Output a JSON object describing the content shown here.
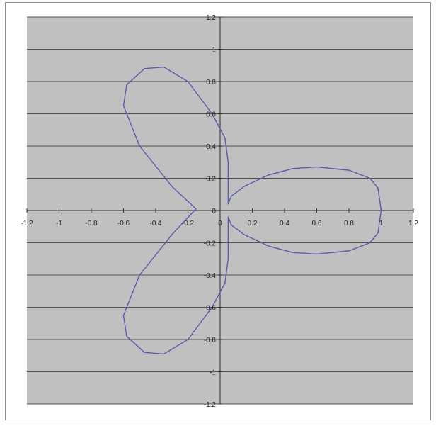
{
  "chart_data": {
    "type": "line",
    "title": "",
    "xlabel": "",
    "ylabel": "",
    "xlim": [
      -1.2,
      1.2
    ],
    "ylim": [
      -1.2,
      1.2
    ],
    "x_ticks": [
      "-1.2",
      "-1",
      "-0.8",
      "-0.6",
      "-0.4",
      "-0.2",
      "0",
      "0.2",
      "0.4",
      "0.6",
      "0.8",
      "1",
      "1.2"
    ],
    "y_ticks": [
      "1.2",
      "1",
      "0.8",
      "0.6",
      "0.4",
      "0.2",
      "0",
      "-0.2",
      "-0.4",
      "-0.6",
      "-0.8",
      "-1",
      "-1.2"
    ],
    "x_tick_values": [
      -1.2,
      -1,
      -0.8,
      -0.6,
      -0.4,
      -0.2,
      0,
      0.2,
      0.4,
      0.6,
      0.8,
      1,
      1.2
    ],
    "y_tick_values": [
      1.2,
      1,
      0.8,
      0.6,
      0.4,
      0.2,
      0,
      -0.2,
      -0.4,
      -0.6,
      -0.8,
      -1,
      -1.2
    ],
    "grid": "horizontal",
    "legend": "none",
    "curve": {
      "equation": "r = cos(3θ)",
      "theta_range_degrees": [
        0,
        180
      ]
    },
    "series": [
      {
        "points": [
          [
            1.0,
            0.0
          ],
          [
            0.98,
            0.14
          ],
          [
            0.93,
            0.2
          ],
          [
            0.8,
            0.25
          ],
          [
            0.6,
            0.27
          ],
          [
            0.45,
            0.26
          ],
          [
            0.3,
            0.22
          ],
          [
            0.15,
            0.15
          ],
          [
            0.07,
            0.09
          ],
          [
            0.05,
            0.04
          ],
          [
            0.05,
            0.1
          ],
          [
            0.05,
            0.3
          ],
          [
            0.03,
            0.45
          ],
          [
            -0.05,
            0.6
          ],
          [
            -0.2,
            0.8
          ],
          [
            -0.35,
            0.89
          ],
          [
            -0.47,
            0.88
          ],
          [
            -0.58,
            0.78
          ],
          [
            -0.6,
            0.65
          ],
          [
            -0.5,
            0.4
          ],
          [
            -0.3,
            0.15
          ],
          [
            -0.15,
            0.01
          ],
          [
            -0.3,
            -0.15
          ],
          [
            -0.5,
            -0.4
          ],
          [
            -0.6,
            -0.65
          ],
          [
            -0.58,
            -0.78
          ],
          [
            -0.47,
            -0.88
          ],
          [
            -0.35,
            -0.89
          ],
          [
            -0.2,
            -0.8
          ],
          [
            -0.05,
            -0.6
          ],
          [
            0.03,
            -0.45
          ],
          [
            0.05,
            -0.3
          ],
          [
            0.05,
            -0.1
          ],
          [
            0.05,
            -0.04
          ],
          [
            0.07,
            -0.09
          ],
          [
            0.15,
            -0.15
          ],
          [
            0.3,
            -0.22
          ],
          [
            0.45,
            -0.26
          ],
          [
            0.6,
            -0.27
          ],
          [
            0.8,
            -0.25
          ],
          [
            0.93,
            -0.2
          ],
          [
            0.98,
            -0.14
          ],
          [
            1.0,
            0.0
          ]
        ]
      }
    ]
  },
  "colors": {
    "plot_background": "#c0c0c0",
    "gridline": "#505050",
    "axis": "#303030",
    "curve": "#5a5aa8",
    "frame": "#8c8c8c"
  }
}
